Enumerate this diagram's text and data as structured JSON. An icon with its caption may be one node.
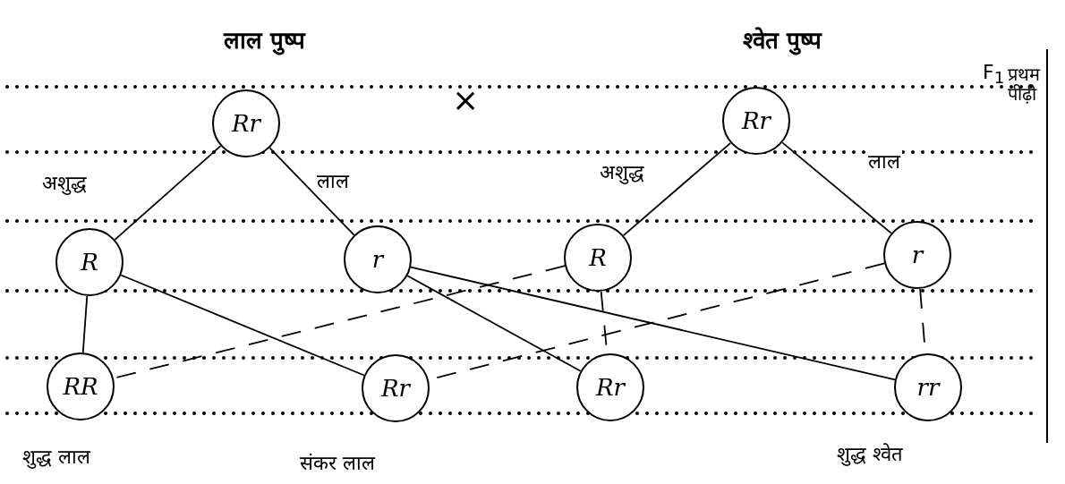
{
  "diagram": {
    "nodes": [
      {
        "text": [
          "Rr"
        ],
        "beside": [
          "लाल पुष्प"
        ]
      },
      {
        "text": [
          "Rr"
        ],
        "beside": [
          "श्वेत पुष्प"
        ]
      },
      {
        "text": [
          "R"
        ]
      },
      {
        "text": [
          "r"
        ]
      },
      {
        "text": [
          "R"
        ]
      },
      {
        "text": [
          "r"
        ]
      },
      {
        "text": [
          "RR"
        ],
        "beside": [
          "शुद्ध लाल"
        ]
      },
      {
        "text": [
          "Rr"
        ],
        "beside": [
          "संकर लाल"
        ]
      },
      {
        "text": [
          "Rr"
        ]
      },
      {
        "text": [
          "rr"
        ],
        "beside": [
          "शुद्ध श्वेत"
        ]
      }
    ],
    "edges": [
      {
        "from": 0,
        "to": 2,
        "arrow": "none",
        "label": "अशुद्ध"
      },
      {
        "from": 0,
        "to": 3,
        "arrow": "none",
        "label": "लाल"
      },
      {
        "from": 1,
        "to": 4,
        "arrow": "none",
        "label": "अशुद्ध"
      },
      {
        "from": 1,
        "to": 5,
        "arrow": "none",
        "label": "लाल"
      },
      {
        "from": 2,
        "to": 6,
        "arrow": "none"
      },
      {
        "from": 2,
        "to": 7,
        "arrow": "none"
      },
      {
        "from": 3,
        "to": 8,
        "arrow": "none"
      },
      {
        "from": 3,
        "to": 9,
        "arrow": "none"
      },
      {
        "from": 4,
        "to": 6,
        "arrow": "none",
        "style": "dashed"
      },
      {
        "from": 5,
        "to": 7,
        "arrow": "none",
        "style": "dashed"
      },
      {
        "from": 4,
        "to": 8,
        "arrow": "none",
        "style": "dashed"
      },
      {
        "from": 5,
        "to": 9,
        "arrow": "none",
        "style": "dashed"
      }
    ],
    "labels": [
      "×",
      "F$_{1}$",
      "प्रथम पीढ़ी"
    ]
  }
}
